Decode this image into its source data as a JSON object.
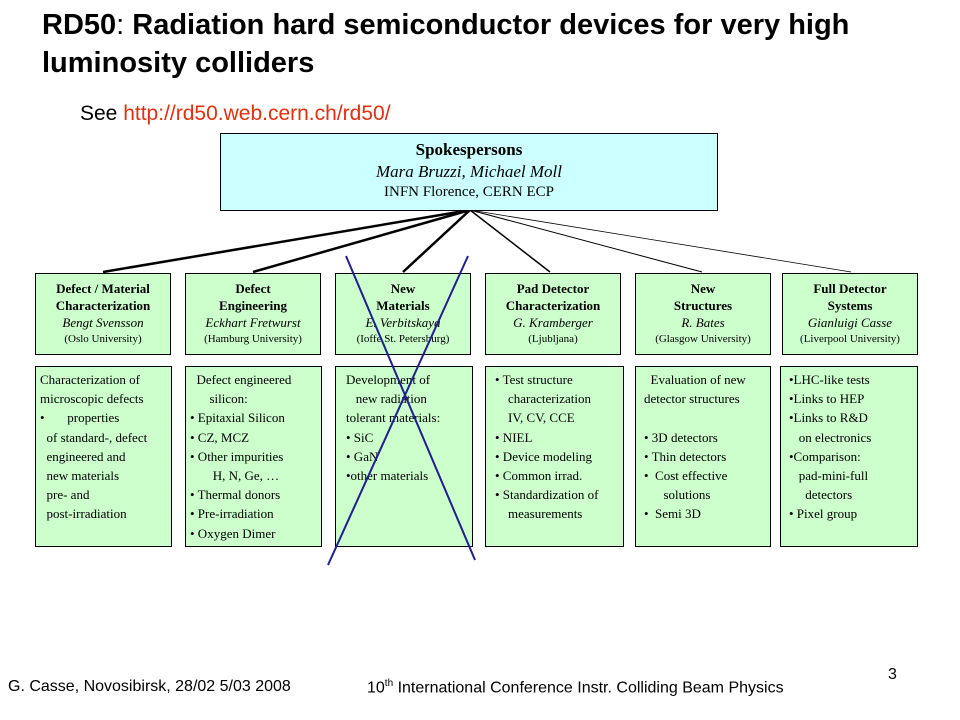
{
  "title": {
    "bold": "RD50",
    "colon": ":",
    "rest": " Radiation hard semiconductor devices for very high luminosity colliders"
  },
  "see": {
    "label": "See ",
    "url": "http://rd50.web.cern.ch/rd50/"
  },
  "spokespersons": {
    "heading": "Spokespersons",
    "names": "Mara Bruzzi, Michael Moll",
    "institutes": "INFN Florence, CERN ECP"
  },
  "groups": [
    {
      "title1": "Defect / Material",
      "title2": "Characterization",
      "person": "Bengt Svensson",
      "affil": "(Oslo University)",
      "body": [
        "Characterization of",
        "microscopic defects",
        "•       properties",
        "  of standard-, defect",
        "  engineered and",
        "  new materials",
        "  pre- and",
        "  post-irradiation"
      ]
    },
    {
      "title1": "Defect",
      "title2": "Engineering",
      "person": "Eckhart Fretwurst",
      "affil": "(Hamburg University)",
      "body": [
        "  Defect engineered",
        "      silicon:",
        "• Epitaxial Silicon",
        "• CZ, MCZ",
        "• Other impurities",
        "       H, N, Ge, …",
        "• Thermal donors",
        "• Pre-irradiation",
        "• Oxygen Dimer"
      ]
    },
    {
      "title1": "New",
      "title2": "Materials",
      "person": "E. Verbitskaya",
      "affil": "(Ioffe St. Petersburg)",
      "body": [
        "Development of",
        "   new radiation",
        "tolerant materials:",
        "• SiC",
        "• GaN",
        "•other materials"
      ]
    },
    {
      "title1": "Pad Detector",
      "title2": "Characterization",
      "person": "G. Kramberger",
      "affil": "(Ljubljana)",
      "body": [
        "• Test structure",
        "    characterization",
        "    IV, CV, CCE",
        "• NIEL",
        "• Device modeling",
        "• Common irrad.",
        "• Standardization of",
        "    measurements"
      ]
    },
    {
      "title1": "New",
      "title2": "Structures",
      "person": "R. Bates",
      "affil": "(Glasgow University)",
      "body": [
        "  Evaluation of new",
        "detector structures",
        "",
        "• 3D detectors",
        "• Thin detectors",
        "•  Cost effective",
        "      solutions",
        "•  Semi 3D"
      ]
    },
    {
      "title1": "Full Detector",
      "title2": "Systems",
      "person": "Gianluigi Casse",
      "affil": "(Liverpool University)",
      "body": [
        "•LHC-like tests",
        "•Links to HEP",
        "•Links to R&D",
        "   on electronics",
        "•Comparison:",
        "   pad-mini-full",
        "     detectors",
        "• Pixel group"
      ]
    }
  ],
  "footer": {
    "left": "G. Casse, Novosibirsk, 28/02 5/03 2008",
    "mid_pre": "10",
    "mid_sup": "th",
    "mid_post": " International Conference Instr. Colliding Beam Physics",
    "page": "3"
  },
  "colors": {
    "spokes_fill": "#ccffff",
    "group_fill": "#ccffcc",
    "cross": "#1f1f8f",
    "url": "#e03010"
  }
}
